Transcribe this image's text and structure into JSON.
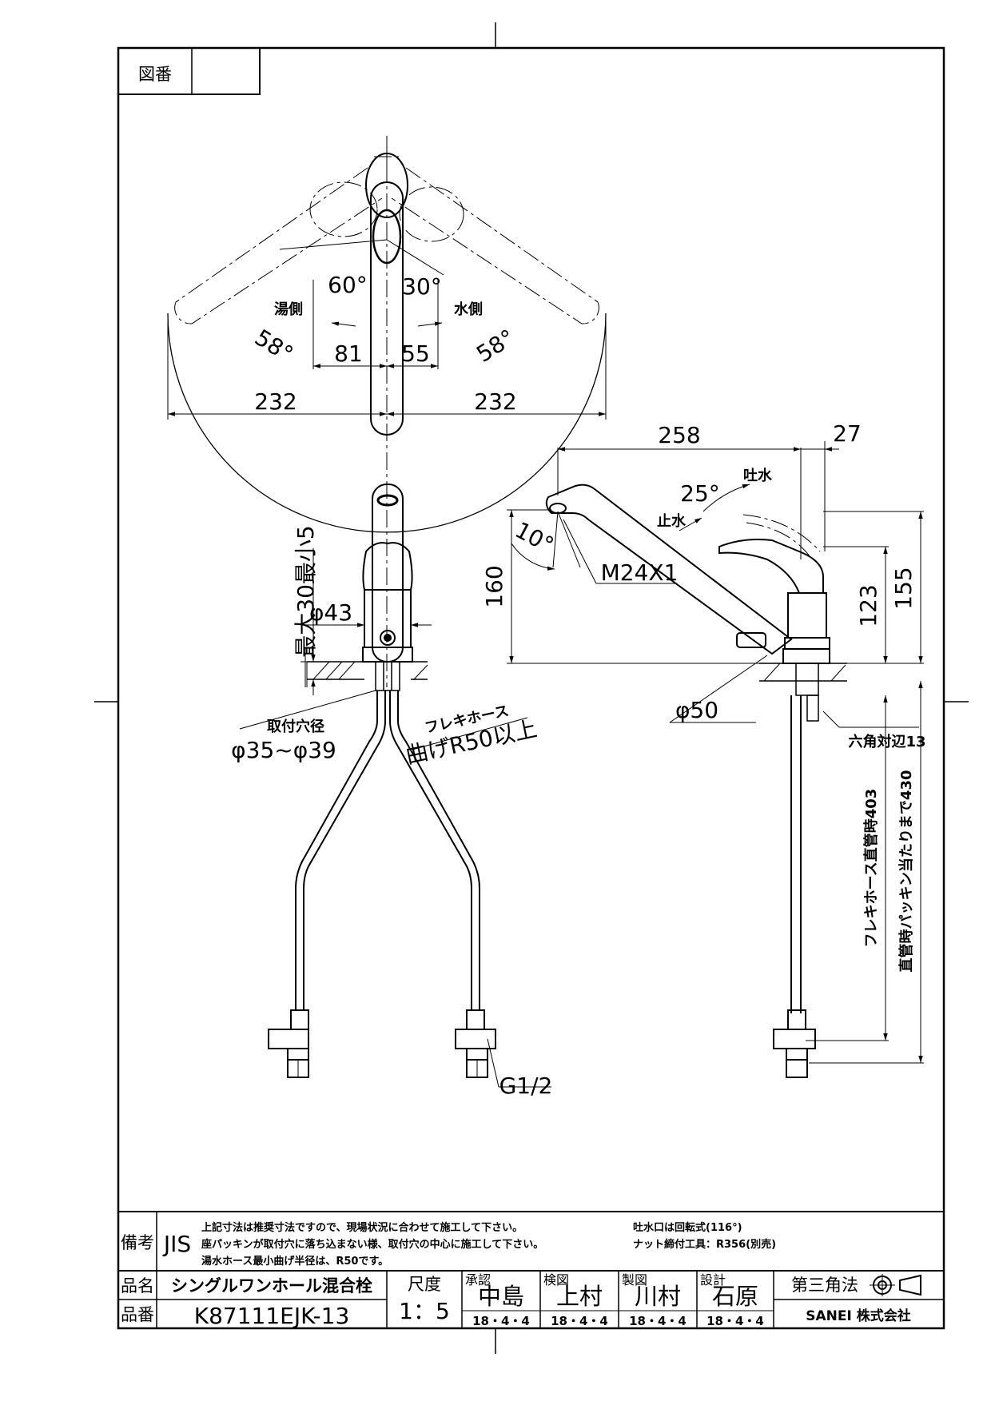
{
  "drawing_no_label": "図番",
  "drawing_no_value": "",
  "top_view": {
    "hot_side": "湯側",
    "cold_side": "水側",
    "angle_hot": "60°",
    "angle_cold": "30°",
    "swing_left": "58°",
    "swing_right": "58°",
    "dim_81": "81",
    "dim_55": "55",
    "dim_232_left": "232",
    "dim_232_right": "232"
  },
  "front_view": {
    "stroke": "最大30最小5",
    "dia_43": "φ43",
    "hole_label": "取付穴径",
    "hole_range": "φ35~φ39",
    "hose_label": "フレキホース",
    "hose_bend": "曲げR50以上",
    "thread": "G1/2"
  },
  "side_view": {
    "dim_258": "258",
    "dim_27": "27",
    "angle_25": "25°",
    "spout_label": "吐水",
    "stop_label": "止水",
    "angle_10": "10°",
    "thread_m24": "M24X1",
    "dim_160": "160",
    "dim_123": "123",
    "dim_155": "155",
    "dia_50": "φ50",
    "hex": "六角対辺13",
    "hose_straight": "フレキホース直管時403",
    "packing": "直管時パッキン当たりまで430"
  },
  "notes": {
    "label": "備考",
    "standard": "JIS",
    "line1": "上記寸法は推奨寸法ですので、現場状況に合わせて施工して下さい。",
    "line2": "座パッキンが取付穴に落ち込まない様、取付穴の中心に施工して下さい。",
    "line3": "湯水ホース最小曲げ半径は、R50です。",
    "right1": "吐水口は回転式(116°)",
    "right2": "ナット締付工具：R356(別売)"
  },
  "title_block": {
    "name_label": "品名",
    "name_value": "シングルワンホール混合栓",
    "code_label": "品番",
    "code_value": "K87111EJK-13",
    "scale_label": "尺度",
    "scale_value": "1：5",
    "approve_label": "承認",
    "approve_name": "中島",
    "approve_date": "18・4・4",
    "check_label": "検図",
    "check_name": "上村",
    "check_date": "18・4・4",
    "draw_label": "製図",
    "draw_name": "川村",
    "draw_date": "18・4・4",
    "design_label": "設計",
    "design_name": "石原",
    "design_date": "18・4・4",
    "projection": "第三角法",
    "company": "SANEI 株式会社"
  }
}
